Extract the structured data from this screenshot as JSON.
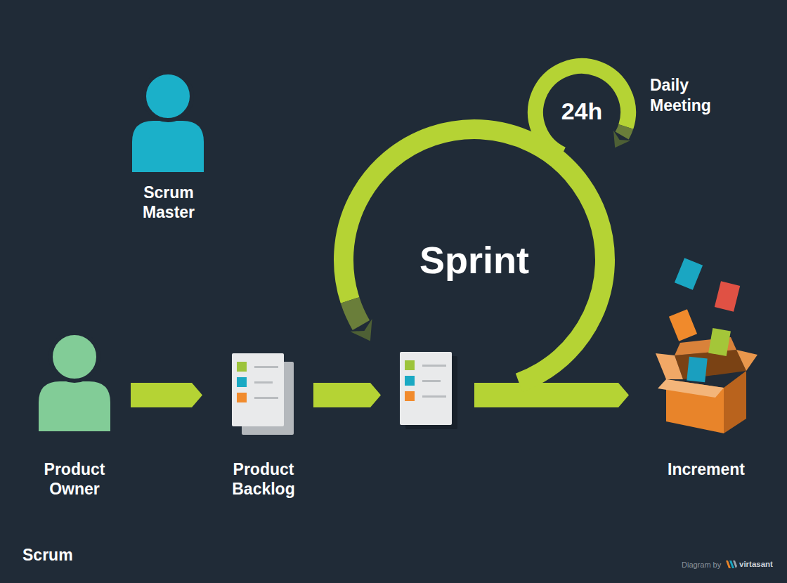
{
  "diagram": {
    "title": "Scrum",
    "nodes": [
      {
        "text": [
          "Scrum Master"
        ]
      },
      {
        "text": [
          "24h",
          "Daily Meeting"
        ]
      },
      {
        "text": [
          "Sprint"
        ]
      },
      {
        "text": [
          "Product Owner"
        ]
      },
      {
        "text": [
          "Product Backlog"
        ]
      },
      {
        "text": [
          "Increment"
        ]
      }
    ],
    "edges": [
      {
        "from": 3,
        "to": 4,
        "arrow": "to"
      }
    ],
    "labels": [
      "Diagram by",
      "virtasant"
    ]
  }
}
